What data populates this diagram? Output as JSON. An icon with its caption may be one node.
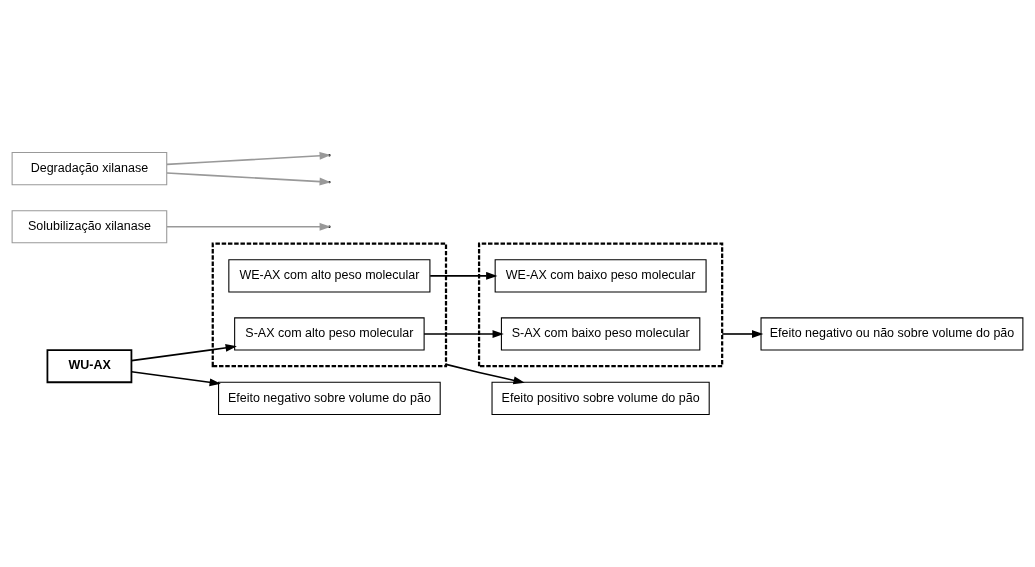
{
  "diagram": {
    "nodes": [
      {
        "text": [
          "WU-AX"
        ]
      },
      {
        "text": [],
        "shape": "box"
      },
      {
        "text": [
          "S-AX com alto peso molecular"
        ],
        "in": 1
      },
      {
        "text": [],
        "shape": "box"
      },
      {
        "text": [
          "S-AX com baixo peso molecular"
        ],
        "in": 3
      },
      {
        "text": [
          "Solubilização xilanase"
        ]
      },
      {
        "text": [
          "Degradação xilanase"
        ]
      },
      {
        "text": [
          "WE-AX com alto peso molecular"
        ],
        "in": 1
      },
      {
        "text": [
          "WE-AX com baixo peso molecular"
        ],
        "in": 3
      },
      {
        "text": [
          "Efeito negativo sobre volume do pão"
        ]
      },
      {
        "text": [
          "Efeito positivo sobre volume do pão"
        ]
      },
      {
        "text": [
          "Efeito negativo ou não sobre volume do pão"
        ]
      }
    ],
    "edges": [
      {
        "from": 0,
        "to": 2,
        "arrow": "to"
      },
      {
        "from": 5,
        "to": null,
        "arrow": "to",
        "color": "#999999"
      },
      {
        "from": 2,
        "to": 4,
        "arrow": "to"
      },
      {
        "from": 6,
        "to": null,
        "arrow": "to",
        "color": "#999999"
      },
      {
        "from": 6,
        "to": null,
        "arrow": "to",
        "color": "#999999"
      },
      {
        "from": 7,
        "to": 8,
        "arrow": "to"
      },
      {
        "from": 0,
        "to": 9,
        "arrow": "to"
      },
      {
        "from": 1,
        "to": 10,
        "arrow": "to"
      },
      {
        "from": 3,
        "to": 11,
        "arrow": "to"
      }
    ]
  }
}
